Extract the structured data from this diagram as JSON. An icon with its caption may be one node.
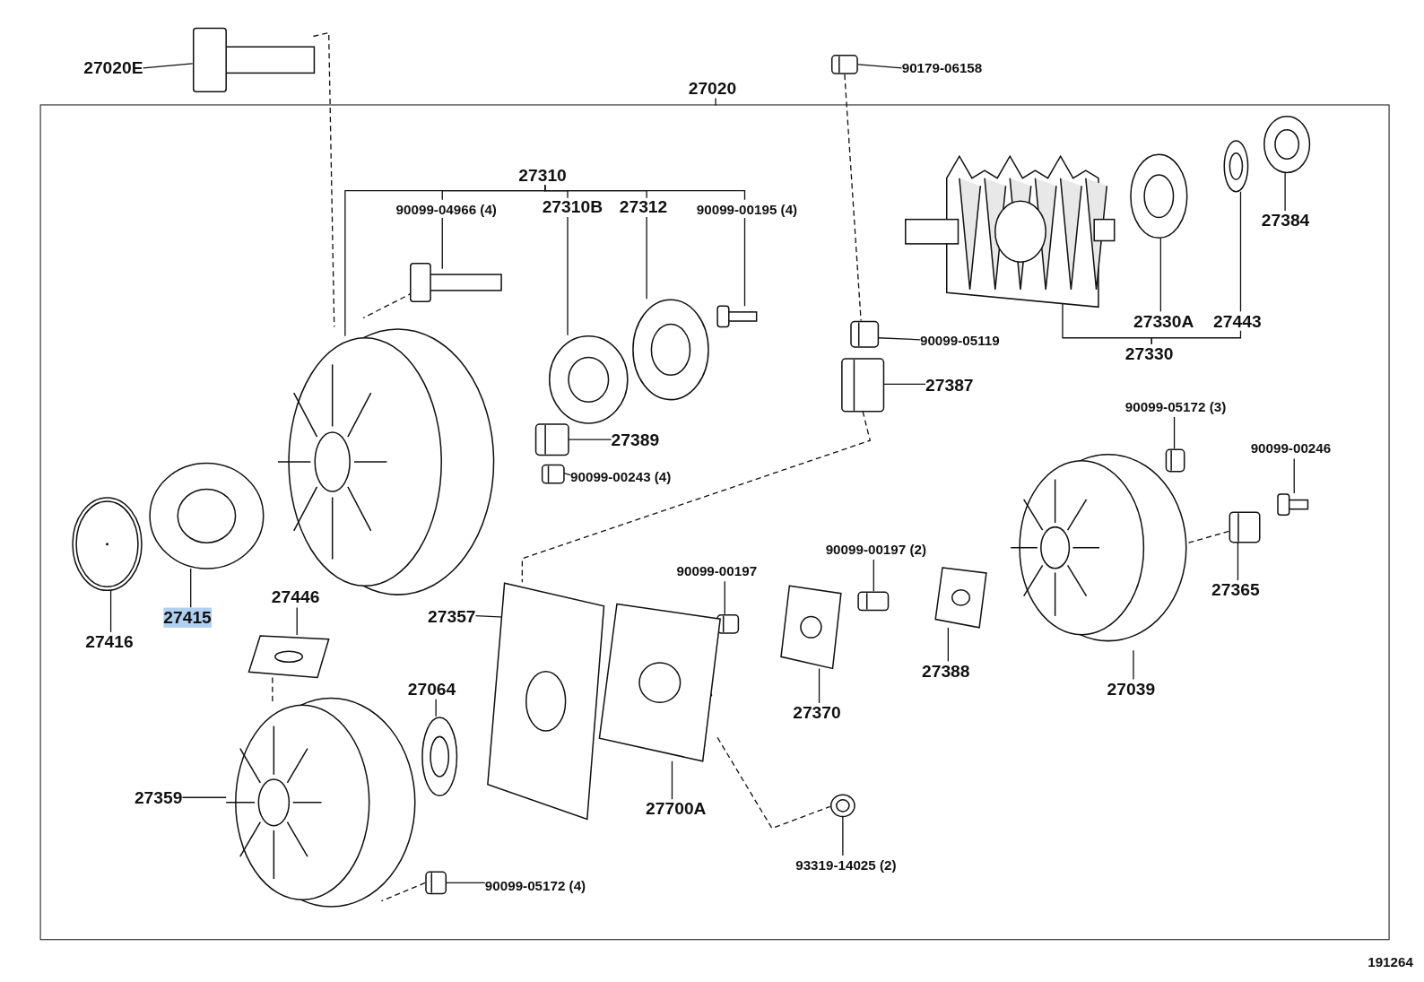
{
  "diagram": {
    "nodes": [
      {
        "text": [],
        "shape": "box"
      },
      {
        "text": [
          "27020"
        ]
      },
      {
        "text": [
          "27020E"
        ]
      },
      {
        "text": [],
        "shape": "picture"
      },
      {
        "text": [
          "90179-06158"
        ]
      },
      {
        "text": [],
        "shape": "picture"
      },
      {
        "text": [
          "27310"
        ],
        "in": 0
      },
      {
        "text": [],
        "shape": "picture",
        "in": 0
      },
      {
        "text": [
          "90099-04966 (4)"
        ],
        "in": 0
      },
      {
        "text": [],
        "shape": "picture",
        "in": 0
      },
      {
        "text": [
          "27310B"
        ],
        "in": 0
      },
      {
        "text": [],
        "shape": "picture",
        "in": 0
      },
      {
        "text": [
          "27312"
        ],
        "in": 0
      },
      {
        "text": [],
        "shape": "picture",
        "in": 0
      },
      {
        "text": [
          "90099-00195 (4)"
        ],
        "in": 0
      },
      {
        "text": [],
        "shape": "picture",
        "in": 0
      },
      {
        "text": [
          "27384"
        ],
        "in": 0
      },
      {
        "text": [],
        "shape": "picture",
        "in": 0
      },
      {
        "text": [
          "27330A"
        ],
        "in": 0
      },
      {
        "text": [],
        "shape": "picture",
        "in": 0
      },
      {
        "text": [
          "27443"
        ],
        "in": 0
      },
      {
        "text": [],
        "shape": "picture",
        "in": 0
      },
      {
        "text": [
          "27330"
        ],
        "in": 0
      },
      {
        "text": [],
        "shape": "picture",
        "in": 0
      },
      {
        "text": [
          "90099-05119"
        ],
        "in": 0
      },
      {
        "text": [],
        "shape": "picture",
        "in": 0
      },
      {
        "text": [
          "27387"
        ],
        "in": 0
      },
      {
        "text": [],
        "shape": "picture",
        "in": 0
      },
      {
        "text": [
          "27389"
        ],
        "in": 0
      },
      {
        "text": [],
        "shape": "picture",
        "in": 0
      },
      {
        "text": [
          "90099-00243 (4)"
        ],
        "in": 0
      },
      {
        "text": [],
        "shape": "picture",
        "in": 0
      },
      {
        "text": [
          "90099-05172 (3)"
        ],
        "in": 0
      },
      {
        "text": [],
        "shape": "picture",
        "in": 0
      },
      {
        "text": [
          "90099-00246"
        ],
        "in": 0
      },
      {
        "text": [],
        "shape": "picture",
        "in": 0
      },
      {
        "text": [
          "27416"
        ],
        "in": 0
      },
      {
        "text": [],
        "shape": "picture",
        "in": 0
      },
      {
        "text": [
          "27415"
        ],
        "in": 0
      },
      {
        "text": [],
        "shape": "picture",
        "in": 0
      },
      {
        "text": [
          "27446"
        ],
        "in": 0
      },
      {
        "text": [],
        "shape": "picture",
        "in": 0
      },
      {
        "text": [
          "27357"
        ],
        "in": 0
      },
      {
        "text": [],
        "shape": "picture",
        "in": 0
      },
      {
        "text": [
          "90099-00197"
        ],
        "in": 0
      },
      {
        "text": [],
        "shape": "picture",
        "in": 0
      },
      {
        "text": [
          "90099-00197 (2)"
        ],
        "in": 0
      },
      {
        "text": [],
        "shape": "picture",
        "in": 0
      },
      {
        "text": [
          "27365"
        ],
        "in": 0
      },
      {
        "text": [],
        "shape": "picture",
        "in": 0
      },
      {
        "text": [
          "27039"
        ],
        "in": 0
      },
      {
        "text": [],
        "shape": "picture",
        "in": 0
      },
      {
        "text": [
          "27064"
        ],
        "in": 0
      },
      {
        "text": [],
        "shape": "picture",
        "in": 0
      },
      {
        "text": [
          "27388"
        ],
        "in": 0
      },
      {
        "text": [],
        "shape": "picture",
        "in": 0
      },
      {
        "text": [
          "27370"
        ],
        "in": 0
      },
      {
        "text": [],
        "shape": "picture",
        "in": 0
      },
      {
        "text": [
          "27359"
        ],
        "in": 0
      },
      {
        "text": [],
        "shape": "picture",
        "in": 0
      },
      {
        "text": [
          "27700A"
        ],
        "in": 0
      },
      {
        "text": [],
        "shape": "picture",
        "in": 0
      },
      {
        "text": [
          "93319-14025 (2)"
        ],
        "in": 0
      },
      {
        "text": [],
        "shape": "picture",
        "in": 0
      },
      {
        "text": [
          "90099-05172 (4)"
        ],
        "in": 0
      },
      {
        "text": [],
        "shape": "picture",
        "in": 0
      }
    ],
    "edges": [
      {
        "from": 1,
        "to": 0,
        "arrow": "none"
      },
      {
        "from": 2,
        "to": 3,
        "arrow": "none"
      },
      {
        "from": 4,
        "to": 5,
        "arrow": "none"
      },
      {
        "from": 6,
        "to": 7,
        "arrow": "none"
      },
      {
        "from": 8,
        "to": 9,
        "arrow": "none"
      },
      {
        "from": 10,
        "to": 11,
        "arrow": "none"
      },
      {
        "from": 12,
        "to": 13,
        "arrow": "none"
      },
      {
        "from": 14,
        "to": 15,
        "arrow": "none"
      },
      {
        "from": 16,
        "to": 17,
        "arrow": "none"
      },
      {
        "from": 18,
        "to": 19,
        "arrow": "none"
      },
      {
        "from": 20,
        "to": 21,
        "arrow": "none"
      },
      {
        "from": 22,
        "to": 23,
        "arrow": "none"
      },
      {
        "from": 24,
        "to": 25,
        "arrow": "none"
      },
      {
        "from": 26,
        "to": 27,
        "arrow": "none"
      },
      {
        "from": 28,
        "to": 29,
        "arrow": "none"
      },
      {
        "from": 30,
        "to": 31,
        "arrow": "none"
      },
      {
        "from": 32,
        "to": 33,
        "arrow": "none"
      },
      {
        "from": 34,
        "to": 35,
        "arrow": "none"
      },
      {
        "from": 36,
        "to": 37,
        "arrow": "none"
      },
      {
        "from": 38,
        "to": 39,
        "arrow": "none"
      },
      {
        "from": 40,
        "to": 41,
        "arrow": "none"
      },
      {
        "from": 42,
        "to": 43,
        "arrow": "none"
      },
      {
        "from": 44,
        "to": 45,
        "arrow": "none"
      },
      {
        "from": 46,
        "to": 47,
        "arrow": "none"
      },
      {
        "from": 48,
        "to": 49,
        "arrow": "none"
      },
      {
        "from": 50,
        "to": 51,
        "arrow": "none"
      },
      {
        "from": 52,
        "to": 53,
        "arrow": "none"
      },
      {
        "from": 54,
        "to": 55,
        "arrow": "none"
      },
      {
        "from": 56,
        "to": 57,
        "arrow": "none"
      },
      {
        "from": 58,
        "to": 59,
        "arrow": "none"
      },
      {
        "from": 60,
        "to": 61,
        "arrow": "none"
      },
      {
        "from": 62,
        "to": 63,
        "arrow": "none"
      },
      {
        "from": 64,
        "to": 65,
        "arrow": "none"
      },
      {
        "from": 3,
        "to": 7,
        "arrow": "none",
        "style": "dashed"
      },
      {
        "from": 5,
        "to": 25,
        "arrow": "none",
        "style": "dashed"
      },
      {
        "from": 27,
        "to": 43,
        "arrow": "none",
        "style": "dashed"
      },
      {
        "from": 9,
        "to": 7,
        "arrow": "none",
        "style": "dashed"
      },
      {
        "from": 41,
        "to": 59,
        "arrow": "none",
        "style": "dashed"
      },
      {
        "from": 65,
        "to": 59,
        "arrow": "none",
        "style": "dashed"
      },
      {
        "from": 61,
        "to": 63,
        "arrow": "none",
        "style": "dashed"
      },
      {
        "from": 45,
        "to": 61,
        "arrow": "none",
        "style": "dashed"
      },
      {
        "from": 49,
        "to": 51,
        "arrow": "none",
        "style": "dashed"
      },
      {
        "from": 6,
        "to": 8,
        "arrow": "none"
      },
      {
        "from": 6,
        "to": 10,
        "arrow": "none"
      },
      {
        "from": 6,
        "to": 12,
        "arrow": "none"
      },
      {
        "from": 6,
        "to": 14,
        "arrow": "none"
      },
      {
        "from": 22,
        "to": 20,
        "arrow": "none"
      }
    ],
    "labels": [
      "191264"
    ]
  }
}
